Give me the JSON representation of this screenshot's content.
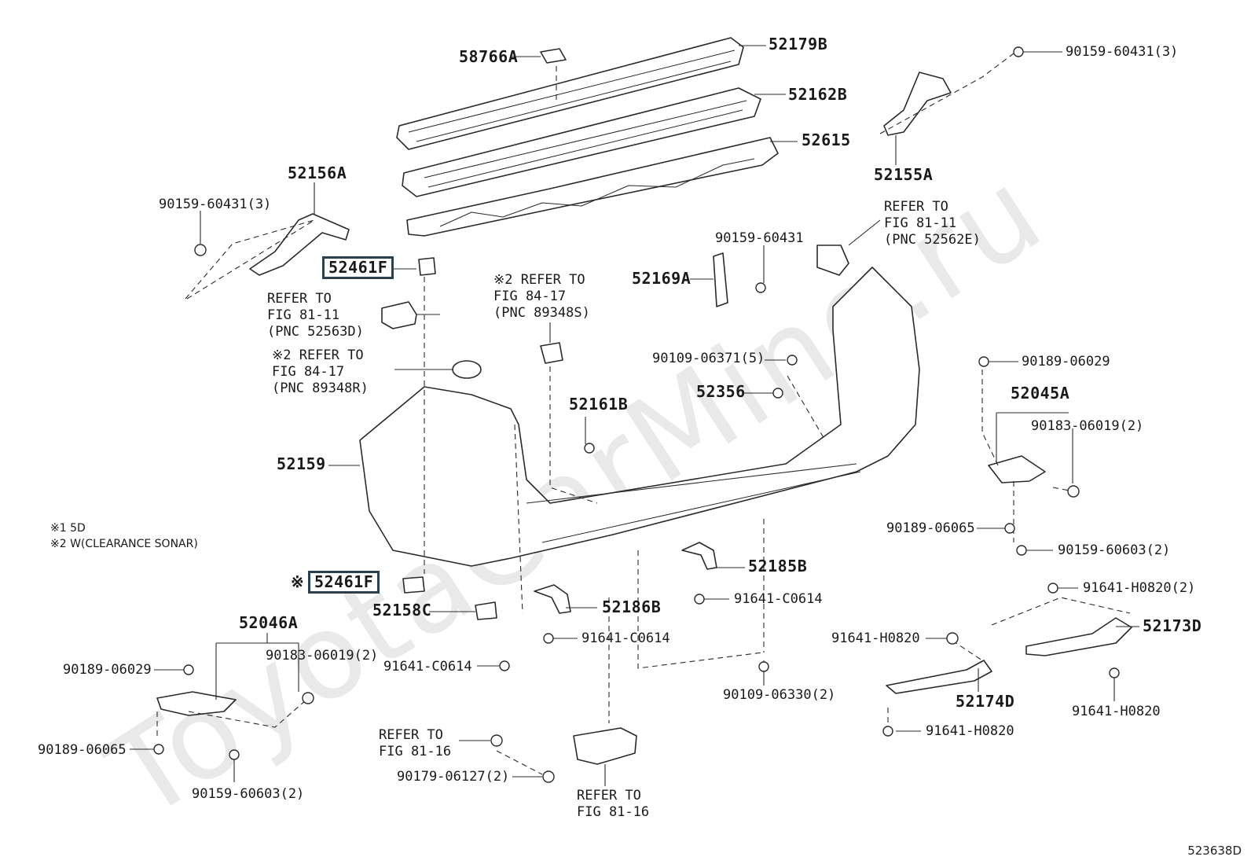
{
  "watermark": "ToyotaCarMine.ru",
  "figure_id": "523638D",
  "notes": [
    "※1 5D",
    "※2 W(CLEARANCE SONAR)"
  ],
  "labels": {
    "p58766A": "58766A",
    "p52179B": "52179B",
    "p52162B": "52162B",
    "p52615": "52615",
    "p52156A": "52156A",
    "p52155A": "52155A",
    "b90159_60431_3_left": "90159-60431(3)",
    "b90159_60431_3_right": "90159-60431(3)",
    "p52461F_top": "52461F",
    "p52461F_bottom": "52461F",
    "mark_bottom": "※",
    "refer_52563D": "REFER TO\nFIG 81-11\n(PNC 52563D)",
    "refer_89348S": "※2 REFER TO\nFIG 84-17\n(PNC 89348S)",
    "refer_89348R": "※2 REFER TO\nFIG 84-17\n(PNC 89348R)",
    "refer_52562E": "REFER TO\nFIG 81-11\n(PNC 52562E)",
    "b90159_60431": "90159-60431",
    "p52169A": "52169A",
    "b90109_06371_5": "90109-06371(5)",
    "p52356": "52356",
    "p52161B": "52161B",
    "p52159": "52159",
    "b90189_06029_right": "90189-06029",
    "p52045A": "52045A",
    "n90183_06019_2_right": "90183-06019(2)",
    "b90189_06065_right": "90189-06065",
    "b90159_60603_2_right": "90159-60603(2)",
    "p52185B": "52185B",
    "b91641_C0614_mid": "91641-C0614",
    "p52158C": "52158C",
    "p52186B": "52186B",
    "b91641_C0614_a": "91641-C0614",
    "b91641_C0614_b": "91641-C0614",
    "p52046A": "52046A",
    "b90189_06029_left": "90189-06029",
    "n90183_06019_2_left": "90183-06019(2)",
    "b90189_06065_left": "90189-06065",
    "b90159_60603_2_left": "90159-60603(2)",
    "b91641_H0820_2": "91641-H0820(2)",
    "p52173D": "52173D",
    "b91641_H0820_a": "91641-H0820",
    "p52174D": "52174D",
    "b91641_H0820_b": "91641-H0820",
    "b91641_H0820_c": "91641-H0820",
    "b90109_06330_2": "90109-06330(2)",
    "refer_81_16_left": "REFER TO\nFIG 81-16",
    "b90179_06127_2": "90179-06127(2)",
    "refer_81_16_bottom": "REFER TO\nFIG 81-16"
  }
}
